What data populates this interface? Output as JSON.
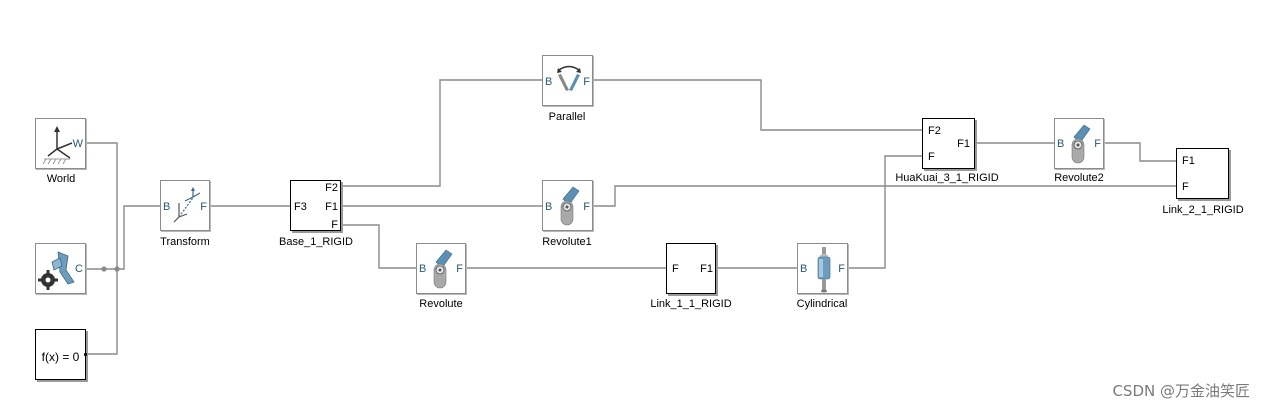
{
  "blocks": {
    "world": {
      "label": "World",
      "ports": {
        "w": "W"
      }
    },
    "solver": {
      "ports": {
        "c": "C"
      }
    },
    "fx": {
      "text": "f(x) = 0"
    },
    "transform": {
      "label": "Transform",
      "ports": {
        "b": "B",
        "f": "F"
      }
    },
    "base": {
      "label": "Base_1_RIGID",
      "ports": {
        "f2": "F2",
        "f1": "F1",
        "f": "F",
        "f3": "F3"
      }
    },
    "parallel": {
      "label": "Parallel",
      "ports": {
        "b": "B",
        "f": "F"
      }
    },
    "revolute1": {
      "label": "Revolute1",
      "ports": {
        "b": "B",
        "f": "F"
      }
    },
    "revolute": {
      "label": "Revolute",
      "ports": {
        "b": "B",
        "f": "F"
      }
    },
    "link1": {
      "label": "Link_1_1_RIGID",
      "ports": {
        "f": "F",
        "f1": "F1"
      }
    },
    "cylindrical": {
      "label": "Cylindrical",
      "ports": {
        "b": "B",
        "f": "F"
      }
    },
    "huakuai": {
      "label": "HuaKuai_3_1_RIGID",
      "ports": {
        "f2": "F2",
        "f": "F",
        "f1": "F1"
      }
    },
    "revolute2": {
      "label": "Revolute2",
      "ports": {
        "b": "B",
        "f": "F"
      }
    },
    "link2": {
      "label": "Link_2_1_RIGID",
      "ports": {
        "f1": "F1",
        "f": "F"
      }
    }
  },
  "watermark": "CSDN @万金油笑匠",
  "colors": {
    "wire": "#8a8a8a",
    "port_text": "#2a5a6e",
    "icon_blue": "#5b8fb3"
  }
}
